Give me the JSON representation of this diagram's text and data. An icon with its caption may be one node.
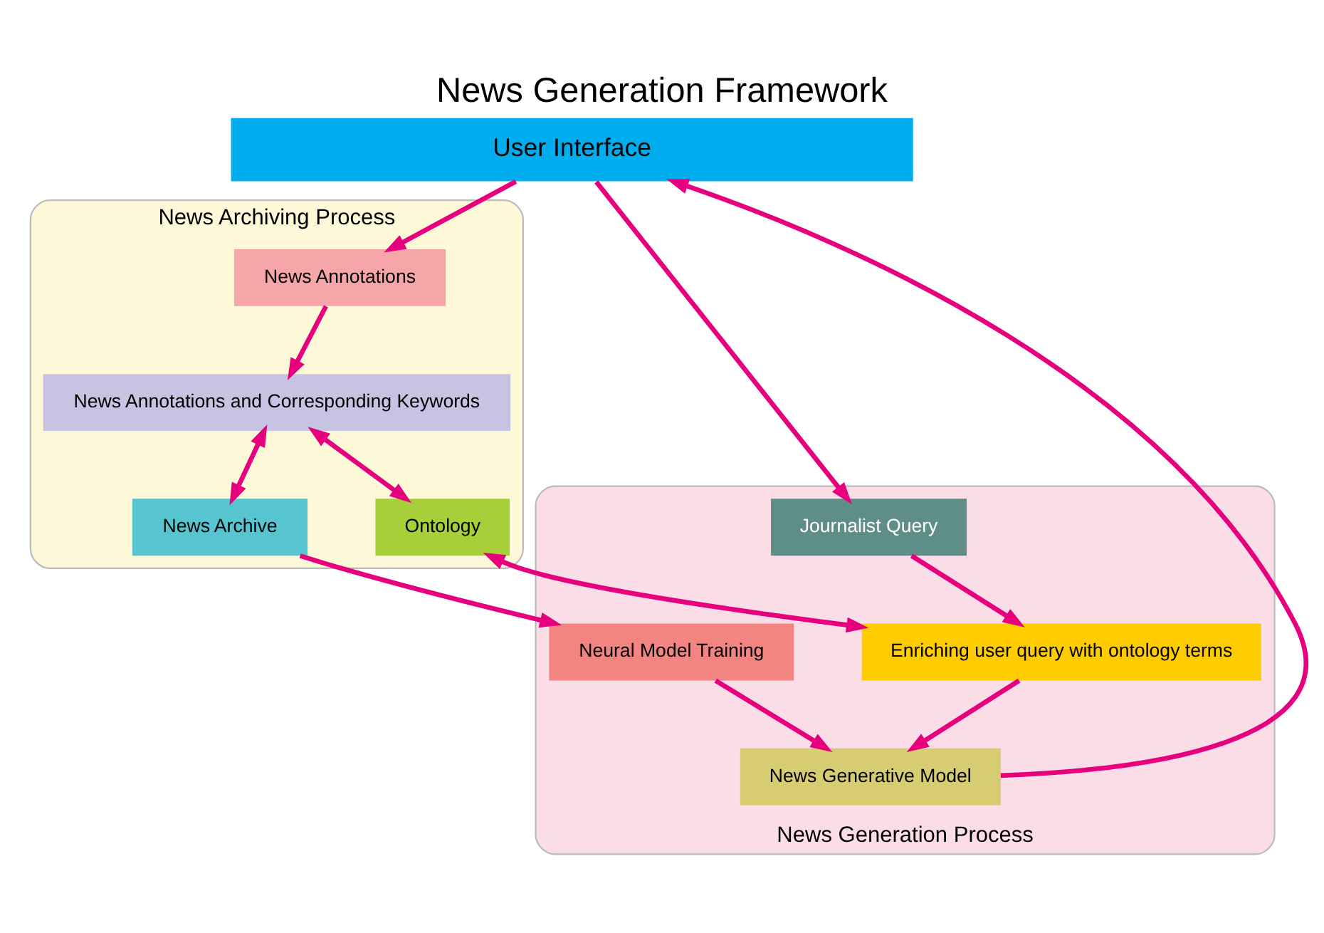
{
  "diagram": {
    "title": "News Generation Framework",
    "nodes": [
      {
        "text": [
          "User Interface"
        ]
      },
      {
        "text": [
          "News Archiving Process"
        ]
      },
      {
        "text": [
          "News Annotations"
        ],
        "in": 1
      },
      {
        "text": [
          "News Annotations and Corresponding Keywords"
        ],
        "in": 1
      },
      {
        "text": [
          "Ontology"
        ],
        "in": 1
      },
      {
        "text": [
          "News Archive"
        ],
        "in": 1
      },
      {
        "text": [
          "News Generation Process"
        ]
      },
      {
        "text": [
          "Journalist Query"
        ],
        "in": 6
      },
      {
        "text": [
          "Enriching user query with ontology terms"
        ],
        "in": 6
      },
      {
        "text": [
          "Neural Model Training"
        ],
        "in": 6
      },
      {
        "text": [
          "News Generative Model"
        ],
        "in": 6
      }
    ],
    "edges": [
      {
        "from": 0,
        "to": 2,
        "arrow": "to"
      },
      {
        "from": 2,
        "to": 3,
        "arrow": "to"
      },
      {
        "from": 3,
        "to": 4,
        "arrow": "both"
      },
      {
        "from": 3,
        "to": 5,
        "arrow": "both"
      },
      {
        "from": 4,
        "to": 8,
        "arrow": "both"
      },
      {
        "from": 0,
        "to": 7,
        "arrow": "to"
      },
      {
        "from": 7,
        "to": 8,
        "arrow": "to"
      },
      {
        "from": 8,
        "to": 10,
        "arrow": "to"
      },
      {
        "from": 5,
        "to": 9,
        "arrow": "to"
      },
      {
        "from": 9,
        "to": 10,
        "arrow": "to"
      },
      {
        "from": 10,
        "to": 0,
        "arrow": "to"
      }
    ]
  }
}
